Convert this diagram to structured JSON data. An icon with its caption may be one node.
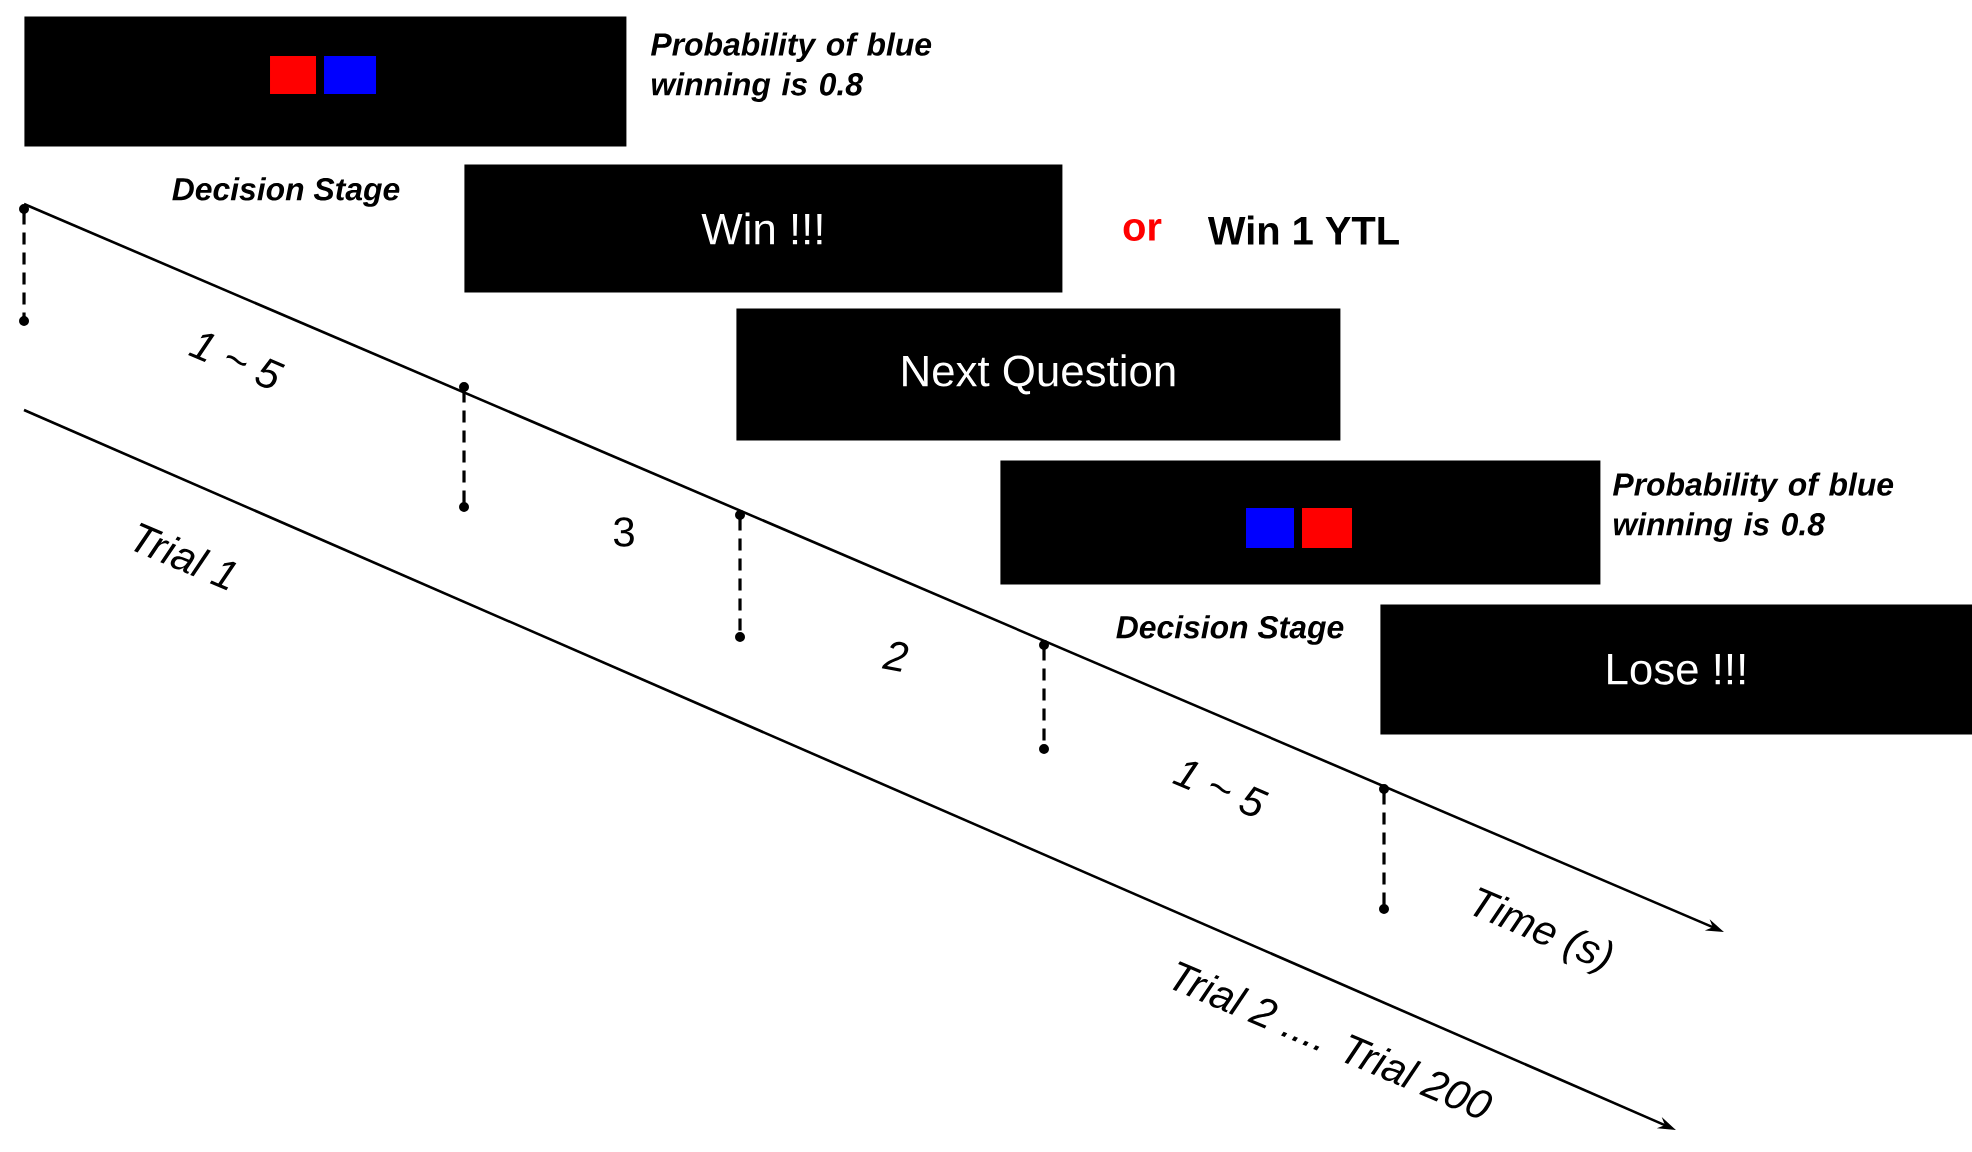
{
  "diagram": {
    "nodes": [
      {
        "text": [],
        "shape": "box",
        "beside": [
          "Probability of blue winning is 0.8",
          "Decision Stage"
        ]
      },
      {
        "text": [
          "Win !!!"
        ],
        "beside": [
          "or",
          "Win 1 YTL"
        ]
      },
      {
        "text": [
          "Next Question"
        ]
      },
      {
        "text": [],
        "shape": "box",
        "beside": [
          "Probability of blue winning is 0.8",
          "Decision Stage"
        ]
      },
      {
        "text": [
          "Lose !!!"
        ]
      }
    ],
    "labels": [
      "1 ~ 5",
      "Trial 1",
      "3",
      "2",
      "1 ~ 5",
      "Time (s)",
      "Trial 2 .... Trial 200"
    ]
  }
}
